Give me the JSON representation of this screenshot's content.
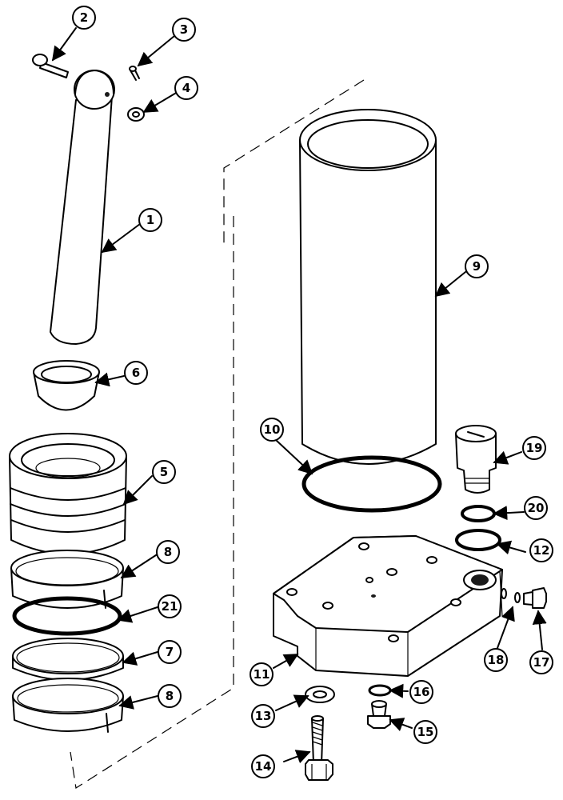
{
  "callouts": [
    {
      "id": "1",
      "label": "1"
    },
    {
      "id": "2",
      "label": "2"
    },
    {
      "id": "3",
      "label": "3"
    },
    {
      "id": "4",
      "label": "4"
    },
    {
      "id": "5",
      "label": "5"
    },
    {
      "id": "6",
      "label": "6"
    },
    {
      "id": "7",
      "label": "7"
    },
    {
      "id": "8a",
      "label": "8"
    },
    {
      "id": "8b",
      "label": "8"
    },
    {
      "id": "9",
      "label": "9"
    },
    {
      "id": "10",
      "label": "10"
    },
    {
      "id": "11",
      "label": "11"
    },
    {
      "id": "12",
      "label": "12"
    },
    {
      "id": "13",
      "label": "13"
    },
    {
      "id": "14",
      "label": "14"
    },
    {
      "id": "15",
      "label": "15"
    },
    {
      "id": "16",
      "label": "16"
    },
    {
      "id": "17",
      "label": "17"
    },
    {
      "id": "18",
      "label": "18"
    },
    {
      "id": "19",
      "label": "19"
    },
    {
      "id": "20",
      "label": "20"
    },
    {
      "id": "21",
      "label": "21"
    }
  ]
}
